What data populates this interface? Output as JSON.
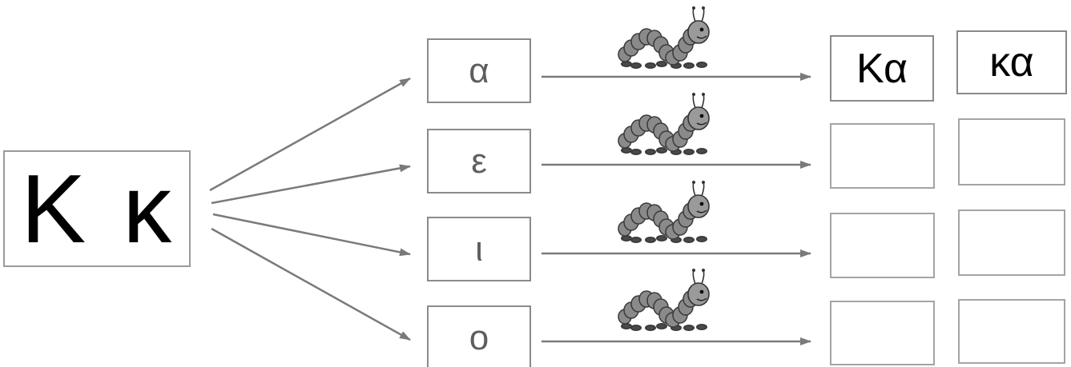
{
  "letter": {
    "uppercase": "Κ",
    "lowercase": "κ"
  },
  "vowels": [
    "α",
    "ε",
    "ι",
    "ο"
  ],
  "answers": [
    {
      "upper": "Κα",
      "lower": "κα"
    },
    {
      "upper": "",
      "lower": ""
    },
    {
      "upper": "",
      "lower": ""
    },
    {
      "upper": "",
      "lower": ""
    }
  ],
  "illustration": {
    "icon": "caterpillar-icon",
    "count": 4
  },
  "colors": {
    "arrow": "#7a7a7a",
    "box_border": "#8a8a8a",
    "caterpillar_body": "#7d7d7d",
    "caterpillar_dark": "#3c3c3c"
  }
}
